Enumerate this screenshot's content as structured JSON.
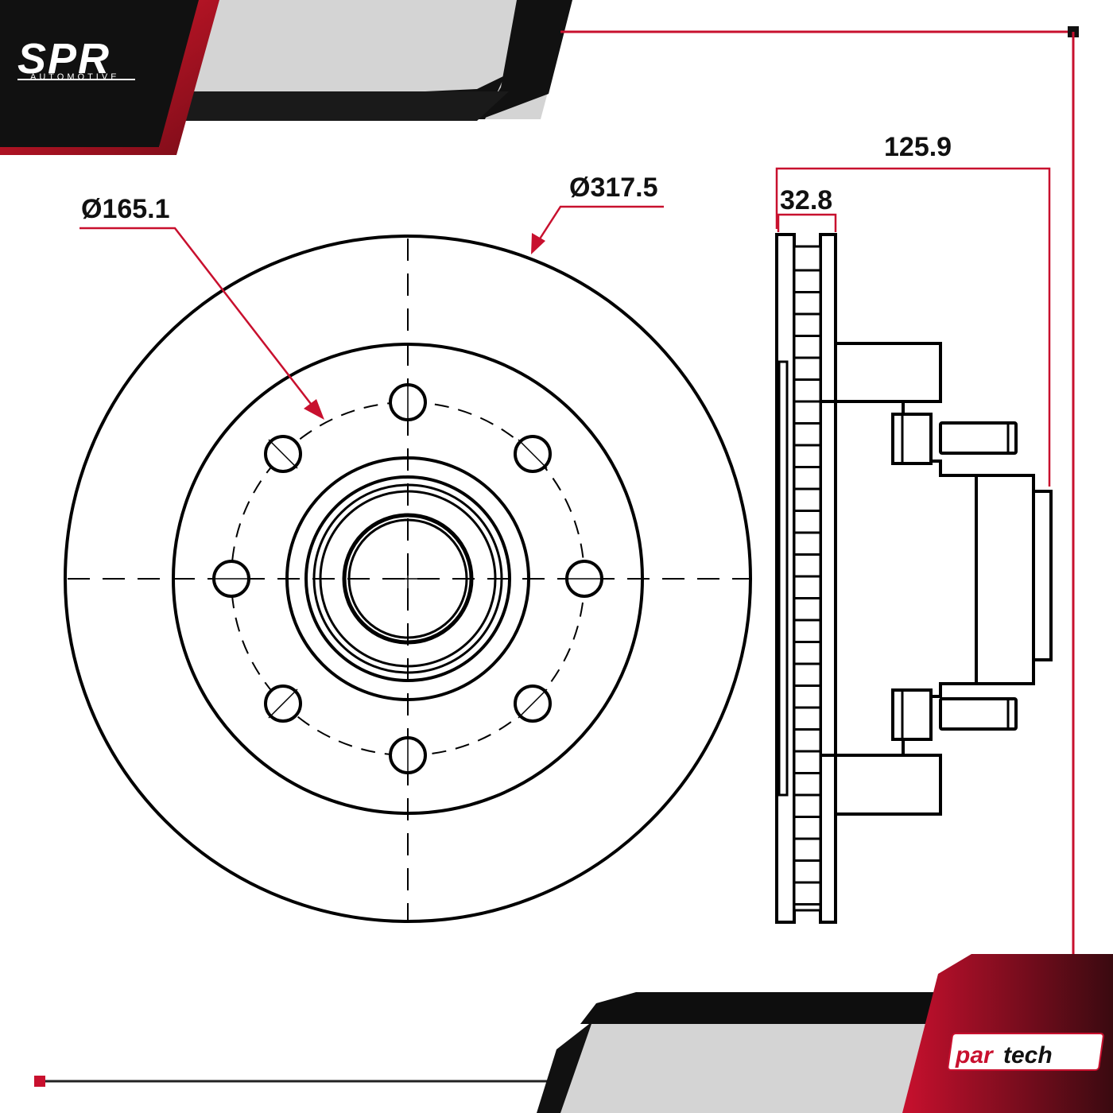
{
  "brand": {
    "logo_text": "SPR",
    "logo_subtext": "AUTOMOTIVE",
    "partner_logo_prefix": "par",
    "partner_logo_suffix": "tech",
    "partner_mark": "®"
  },
  "dimensions": {
    "bolt_circle_diameter": "Ø165.1",
    "outer_diameter": "Ø317.5",
    "total_height": "125.9",
    "rotor_thickness": "32.8"
  },
  "colors": {
    "accent_red": "#c8102e",
    "dark": "#111111",
    "gray": "#d4d4d4",
    "line": "#000000"
  }
}
